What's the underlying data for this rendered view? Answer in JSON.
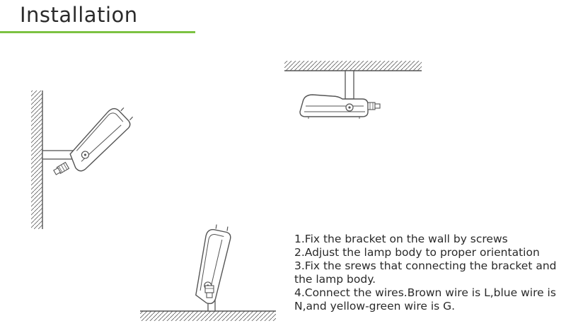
{
  "header": {
    "title": "Installation",
    "rule_color": "#7cc242"
  },
  "diagram": {
    "views": [
      {
        "mount": "wall"
      },
      {
        "mount": "ceiling"
      },
      {
        "mount": "ground"
      }
    ],
    "line_color": "#555555"
  },
  "instructions": {
    "steps": [
      "1.Fix the bracket on the wall by screws",
      "2.Adjust the lamp body to proper orientation",
      "3.Fix the srews that connecting the bracket and the lamp body.",
      "4.Connect the wires.Brown wire is L,blue wire is N,and yellow-green wire is G."
    ]
  }
}
